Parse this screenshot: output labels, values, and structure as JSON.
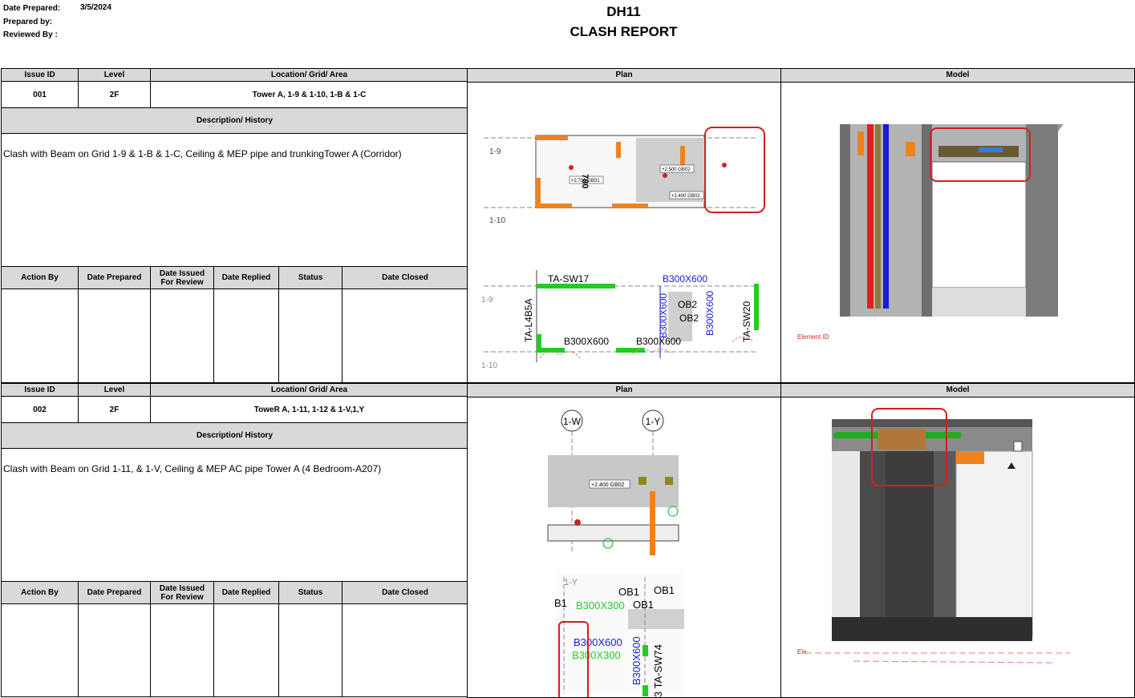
{
  "header": {
    "date_prepared_label": "Date Prepared:",
    "date_prepared_value": "3/5/2024",
    "prepared_by_label": "Prepared by:",
    "reviewed_by_label": "Reviewed By :",
    "project": "DH11",
    "report_title": "CLASH REPORT"
  },
  "columns": {
    "issue_id": "Issue ID",
    "level": "Level",
    "location": "Location/ Grid/ Area",
    "description": "Description/ History",
    "action_by": "Action By",
    "date_prepared": "Date Prepared",
    "date_issued": "Date Issued For Review",
    "date_replied": "Date Replied",
    "status": "Status",
    "date_closed": "Date Closed",
    "plan": "Plan",
    "model": "Model"
  },
  "issues": [
    {
      "id": "001",
      "level": "2F",
      "location": "Tower A, 1-9 & 1-10, 1-B & 1-C",
      "description": "Clash with Beam on Grid 1-9 & 1-B & 1-C, Ceiling & MEP pipe and trunkingTower A (Corridor)",
      "plan_top_labels": [
        "1-9",
        "1-10",
        "+2.700 GB01",
        "+2.500 GB02",
        "+2.400 GB02",
        "780"
      ],
      "plan_bottom_labels": [
        "1-9",
        "1-10",
        "TA-SW17",
        "B300X600",
        "TA-L4B5A",
        "B300X600",
        "B300X600",
        "OB2",
        "OB2",
        "B300X600",
        "TA-SW20",
        "B300X600"
      ],
      "model_note": "Element ID"
    },
    {
      "id": "002",
      "level": "2F",
      "location": "ToweR A, 1-11, 1-12 & 1-V,1,Y",
      "description": "Clash with Beam on Grid 1-11, & 1-V, Ceiling & MEP AC pipe Tower A (4 Bedroom-A207)",
      "plan_top_labels": [
        "1-W",
        "1-Y",
        "+2.400 GB02"
      ],
      "plan_bottom_labels": [
        "1-Y",
        "OB1",
        "OB1",
        "OB1",
        "B1",
        "B300X300",
        "B300X600",
        "B300X300",
        "B300X600",
        "3 TA-SW74"
      ],
      "model_note": "Ele"
    }
  ],
  "colors": {
    "header_gray": "#d9d9d9",
    "clash_red": "#d22020",
    "beam_green": "#22cc22",
    "beam_blue": "#1a1ad8",
    "orange": "#f0821e"
  }
}
